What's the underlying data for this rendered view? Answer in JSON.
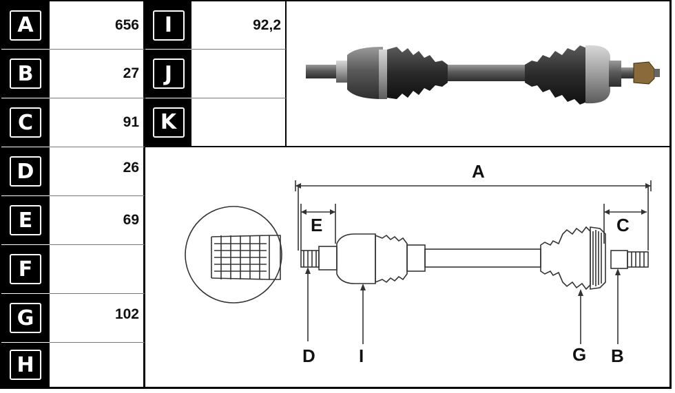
{
  "dimension_table": {
    "rows": [
      {
        "letter": "A",
        "value": "656"
      },
      {
        "letter": "B",
        "value": "27"
      },
      {
        "letter": "C",
        "value": "91"
      },
      {
        "letter": "D",
        "value": "26"
      },
      {
        "letter": "E",
        "value": "69"
      },
      {
        "letter": "F",
        "value": ""
      },
      {
        "letter": "G",
        "value": "102"
      },
      {
        "letter": "H",
        "value": ""
      }
    ],
    "extra_rows": [
      {
        "letter": "I",
        "value": "92,2"
      },
      {
        "letter": "J",
        "value": ""
      },
      {
        "letter": "K",
        "value": ""
      }
    ]
  },
  "drawing_labels": {
    "A": "A",
    "E": "E",
    "C": "C",
    "D": "D",
    "I": "I",
    "G": "G",
    "B": "B"
  },
  "colors": {
    "line": "#000000",
    "drawing": "#333333",
    "shaft_photo": "#4a4a4a"
  }
}
